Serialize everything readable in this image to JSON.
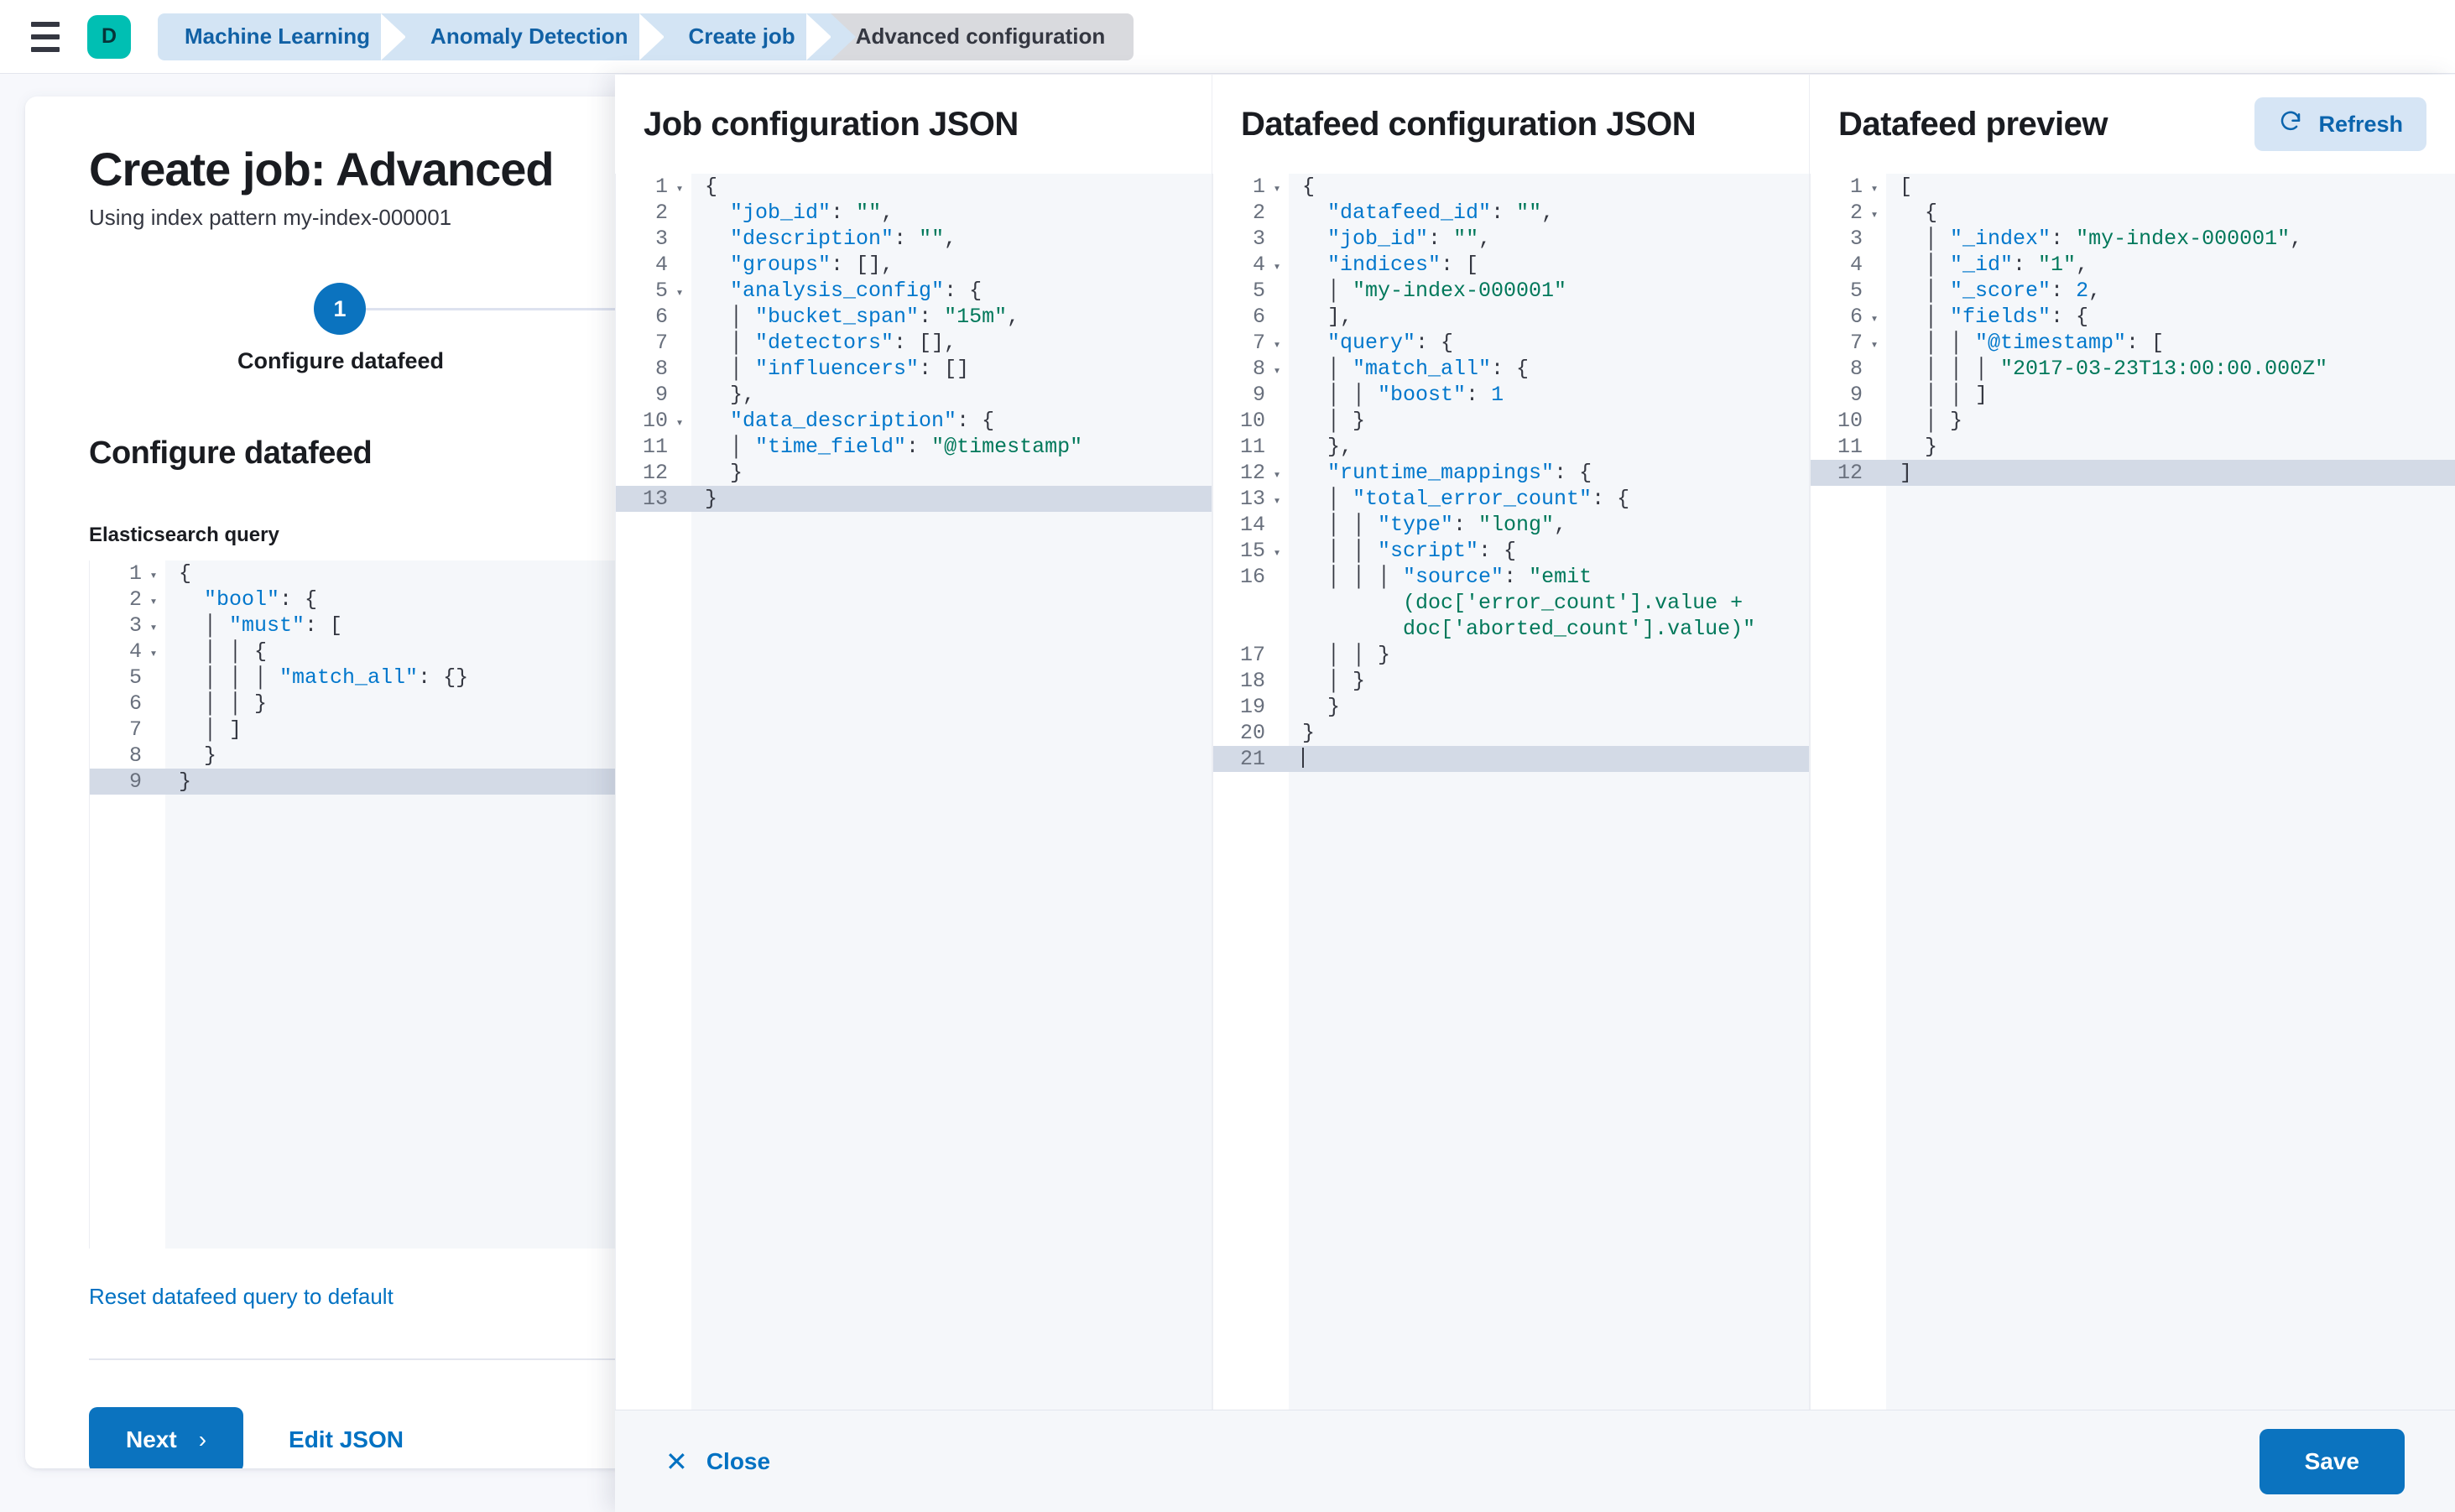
{
  "chrome": {
    "menu_icon": "hamburger-menu-icon",
    "deployment_badge": "D",
    "breadcrumbs": [
      {
        "label": "Machine Learning",
        "active": false
      },
      {
        "label": "Anomaly Detection",
        "active": false
      },
      {
        "label": "Create job",
        "active": false
      },
      {
        "label": "Advanced configuration",
        "active": true
      }
    ],
    "accent_teal": "#00bfb3",
    "crumb_blue_bg": "#d3e4f4",
    "crumb_blue_text": "#1161a5",
    "crumb_current_bg": "#d9dade"
  },
  "wizard": {
    "title": "Create job: Advanced",
    "subtitle": "Using index pattern my-index-000001",
    "step_number": "1",
    "step_label": "Configure datafeed",
    "section_title": "Configure datafeed",
    "query_label": "Elasticsearch query",
    "reset_link": "Reset datafeed query to default",
    "next_label": "Next",
    "next_chevron": "›",
    "edit_json_label": "Edit JSON",
    "primary_color": "#0b73bf",
    "link_color": "#0071c2"
  },
  "flyout": {
    "close_label": "Close",
    "close_icon": "close-x-icon",
    "save_label": "Save",
    "columns": [
      {
        "title": "Job configuration JSON"
      },
      {
        "title": "Datafeed configuration JSON"
      },
      {
        "title": "Datafeed preview"
      }
    ],
    "refresh_label": "Refresh",
    "refresh_icon": "refresh-icon"
  },
  "editors": {
    "query": {
      "active_line": 9,
      "lines": [
        {
          "n": 1,
          "fold": true,
          "segs": [
            {
              "t": "pun",
              "v": "{"
            }
          ]
        },
        {
          "n": 2,
          "fold": true,
          "segs": [
            {
              "t": "pun",
              "v": "  "
            },
            {
              "t": "key",
              "v": "\"bool\""
            },
            {
              "t": "pun",
              "v": ": {"
            }
          ]
        },
        {
          "n": 3,
          "fold": true,
          "segs": [
            {
              "t": "guide",
              "v": "  │ "
            },
            {
              "t": "key",
              "v": "\"must\""
            },
            {
              "t": "pun",
              "v": ": ["
            }
          ]
        },
        {
          "n": 4,
          "fold": true,
          "segs": [
            {
              "t": "guide",
              "v": "  │ │ "
            },
            {
              "t": "pun",
              "v": "{"
            }
          ]
        },
        {
          "n": 5,
          "fold": false,
          "segs": [
            {
              "t": "guide",
              "v": "  │ │ │ "
            },
            {
              "t": "key",
              "v": "\"match_all\""
            },
            {
              "t": "pun",
              "v": ": {}"
            }
          ]
        },
        {
          "n": 6,
          "fold": false,
          "segs": [
            {
              "t": "guide",
              "v": "  │ │ "
            },
            {
              "t": "pun",
              "v": "}"
            }
          ]
        },
        {
          "n": 7,
          "fold": false,
          "segs": [
            {
              "t": "guide",
              "v": "  │ "
            },
            {
              "t": "pun",
              "v": "]"
            }
          ]
        },
        {
          "n": 8,
          "fold": false,
          "segs": [
            {
              "t": "pun",
              "v": "  }"
            }
          ]
        },
        {
          "n": 9,
          "fold": false,
          "segs": [
            {
              "t": "pun",
              "v": "}"
            }
          ]
        }
      ]
    },
    "job_config": {
      "active_line": 13,
      "lines": [
        {
          "n": 1,
          "fold": true,
          "segs": [
            {
              "t": "pun",
              "v": "{"
            }
          ]
        },
        {
          "n": 2,
          "fold": false,
          "segs": [
            {
              "t": "pun",
              "v": "  "
            },
            {
              "t": "key",
              "v": "\"job_id\""
            },
            {
              "t": "pun",
              "v": ": "
            },
            {
              "t": "str",
              "v": "\"\""
            },
            {
              "t": "pun",
              "v": ","
            }
          ]
        },
        {
          "n": 3,
          "fold": false,
          "segs": [
            {
              "t": "pun",
              "v": "  "
            },
            {
              "t": "key",
              "v": "\"description\""
            },
            {
              "t": "pun",
              "v": ": "
            },
            {
              "t": "str",
              "v": "\"\""
            },
            {
              "t": "pun",
              "v": ","
            }
          ]
        },
        {
          "n": 4,
          "fold": false,
          "segs": [
            {
              "t": "pun",
              "v": "  "
            },
            {
              "t": "key",
              "v": "\"groups\""
            },
            {
              "t": "pun",
              "v": ": [],"
            }
          ]
        },
        {
          "n": 5,
          "fold": true,
          "segs": [
            {
              "t": "pun",
              "v": "  "
            },
            {
              "t": "key",
              "v": "\"analysis_config\""
            },
            {
              "t": "pun",
              "v": ": {"
            }
          ]
        },
        {
          "n": 6,
          "fold": false,
          "segs": [
            {
              "t": "guide",
              "v": "  │ "
            },
            {
              "t": "key",
              "v": "\"bucket_span\""
            },
            {
              "t": "pun",
              "v": ": "
            },
            {
              "t": "str",
              "v": "\"15m\""
            },
            {
              "t": "pun",
              "v": ","
            }
          ]
        },
        {
          "n": 7,
          "fold": false,
          "segs": [
            {
              "t": "guide",
              "v": "  │ "
            },
            {
              "t": "key",
              "v": "\"detectors\""
            },
            {
              "t": "pun",
              "v": ": [],"
            }
          ]
        },
        {
          "n": 8,
          "fold": false,
          "segs": [
            {
              "t": "guide",
              "v": "  │ "
            },
            {
              "t": "key",
              "v": "\"influencers\""
            },
            {
              "t": "pun",
              "v": ": []"
            }
          ]
        },
        {
          "n": 9,
          "fold": false,
          "segs": [
            {
              "t": "pun",
              "v": "  },"
            }
          ]
        },
        {
          "n": 10,
          "fold": true,
          "segs": [
            {
              "t": "pun",
              "v": "  "
            },
            {
              "t": "key",
              "v": "\"data_description\""
            },
            {
              "t": "pun",
              "v": ": {"
            }
          ]
        },
        {
          "n": 11,
          "fold": false,
          "segs": [
            {
              "t": "guide",
              "v": "  │ "
            },
            {
              "t": "key",
              "v": "\"time_field\""
            },
            {
              "t": "pun",
              "v": ": "
            },
            {
              "t": "str",
              "v": "\"@timestamp\""
            }
          ]
        },
        {
          "n": 12,
          "fold": false,
          "segs": [
            {
              "t": "pun",
              "v": "  }"
            }
          ]
        },
        {
          "n": 13,
          "fold": false,
          "segs": [
            {
              "t": "pun",
              "v": "}"
            }
          ]
        }
      ]
    },
    "datafeed_config": {
      "active_line": 21,
      "lines": [
        {
          "n": 1,
          "fold": true,
          "segs": [
            {
              "t": "pun",
              "v": "{"
            }
          ]
        },
        {
          "n": 2,
          "fold": false,
          "segs": [
            {
              "t": "pun",
              "v": "  "
            },
            {
              "t": "key",
              "v": "\"datafeed_id\""
            },
            {
              "t": "pun",
              "v": ": "
            },
            {
              "t": "str",
              "v": "\"\""
            },
            {
              "t": "pun",
              "v": ","
            }
          ]
        },
        {
          "n": 3,
          "fold": false,
          "segs": [
            {
              "t": "pun",
              "v": "  "
            },
            {
              "t": "key",
              "v": "\"job_id\""
            },
            {
              "t": "pun",
              "v": ": "
            },
            {
              "t": "str",
              "v": "\"\""
            },
            {
              "t": "pun",
              "v": ","
            }
          ]
        },
        {
          "n": 4,
          "fold": true,
          "segs": [
            {
              "t": "pun",
              "v": "  "
            },
            {
              "t": "key",
              "v": "\"indices\""
            },
            {
              "t": "pun",
              "v": ": ["
            }
          ]
        },
        {
          "n": 5,
          "fold": false,
          "segs": [
            {
              "t": "guide",
              "v": "  │ "
            },
            {
              "t": "str",
              "v": "\"my-index-000001\""
            }
          ]
        },
        {
          "n": 6,
          "fold": false,
          "segs": [
            {
              "t": "pun",
              "v": "  ],"
            }
          ]
        },
        {
          "n": 7,
          "fold": true,
          "segs": [
            {
              "t": "pun",
              "v": "  "
            },
            {
              "t": "key",
              "v": "\"query\""
            },
            {
              "t": "pun",
              "v": ": {"
            }
          ]
        },
        {
          "n": 8,
          "fold": true,
          "segs": [
            {
              "t": "guide",
              "v": "  │ "
            },
            {
              "t": "key",
              "v": "\"match_all\""
            },
            {
              "t": "pun",
              "v": ": {"
            }
          ]
        },
        {
          "n": 9,
          "fold": false,
          "segs": [
            {
              "t": "guide",
              "v": "  │ │ "
            },
            {
              "t": "key",
              "v": "\"boost\""
            },
            {
              "t": "pun",
              "v": ": "
            },
            {
              "t": "num",
              "v": "1"
            }
          ]
        },
        {
          "n": 10,
          "fold": false,
          "segs": [
            {
              "t": "guide",
              "v": "  │ "
            },
            {
              "t": "pun",
              "v": "}"
            }
          ]
        },
        {
          "n": 11,
          "fold": false,
          "segs": [
            {
              "t": "pun",
              "v": "  },"
            }
          ]
        },
        {
          "n": 12,
          "fold": true,
          "segs": [
            {
              "t": "pun",
              "v": "  "
            },
            {
              "t": "key",
              "v": "\"runtime_mappings\""
            },
            {
              "t": "pun",
              "v": ": {"
            }
          ]
        },
        {
          "n": 13,
          "fold": true,
          "segs": [
            {
              "t": "guide",
              "v": "  │ "
            },
            {
              "t": "key",
              "v": "\"total_error_count\""
            },
            {
              "t": "pun",
              "v": ": {"
            }
          ]
        },
        {
          "n": 14,
          "fold": false,
          "segs": [
            {
              "t": "guide",
              "v": "  │ │ "
            },
            {
              "t": "key",
              "v": "\"type\""
            },
            {
              "t": "pun",
              "v": ": "
            },
            {
              "t": "str",
              "v": "\"long\""
            },
            {
              "t": "pun",
              "v": ","
            }
          ]
        },
        {
          "n": 15,
          "fold": true,
          "segs": [
            {
              "t": "guide",
              "v": "  │ │ "
            },
            {
              "t": "key",
              "v": "\"script\""
            },
            {
              "t": "pun",
              "v": ": {"
            }
          ]
        },
        {
          "n": 16,
          "fold": false,
          "wrap": true,
          "segs": [
            {
              "t": "guide",
              "v": "  │ │ │ "
            },
            {
              "t": "key",
              "v": "\"source\""
            },
            {
              "t": "pun",
              "v": ": "
            },
            {
              "t": "str",
              "v": "\"emit"
            }
          ],
          "wrapped": [
            [
              {
                "t": "str",
                "v": "        (doc['error_count'].value +"
              }
            ],
            [
              {
                "t": "str",
                "v": "        doc['aborted_count'].value)\""
              }
            ]
          ]
        },
        {
          "n": 17,
          "fold": false,
          "segs": [
            {
              "t": "guide",
              "v": "  │ │ "
            },
            {
              "t": "pun",
              "v": "}"
            }
          ]
        },
        {
          "n": 18,
          "fold": false,
          "segs": [
            {
              "t": "guide",
              "v": "  │ "
            },
            {
              "t": "pun",
              "v": "}"
            }
          ]
        },
        {
          "n": 19,
          "fold": false,
          "segs": [
            {
              "t": "pun",
              "v": "  }"
            }
          ]
        },
        {
          "n": 20,
          "fold": false,
          "segs": [
            {
              "t": "pun",
              "v": "}"
            }
          ]
        },
        {
          "n": 21,
          "fold": false,
          "caret": true,
          "segs": []
        }
      ]
    },
    "datafeed_preview": {
      "active_line": 12,
      "lines": [
        {
          "n": 1,
          "fold": true,
          "segs": [
            {
              "t": "pun",
              "v": "["
            }
          ]
        },
        {
          "n": 2,
          "fold": true,
          "segs": [
            {
              "t": "pun",
              "v": "  {"
            }
          ]
        },
        {
          "n": 3,
          "fold": false,
          "segs": [
            {
              "t": "guide",
              "v": "  │ "
            },
            {
              "t": "key",
              "v": "\"_index\""
            },
            {
              "t": "pun",
              "v": ": "
            },
            {
              "t": "str",
              "v": "\"my-index-000001\""
            },
            {
              "t": "pun",
              "v": ","
            }
          ]
        },
        {
          "n": 4,
          "fold": false,
          "segs": [
            {
              "t": "guide",
              "v": "  │ "
            },
            {
              "t": "key",
              "v": "\"_id\""
            },
            {
              "t": "pun",
              "v": ": "
            },
            {
              "t": "str",
              "v": "\"1\""
            },
            {
              "t": "pun",
              "v": ","
            }
          ]
        },
        {
          "n": 5,
          "fold": false,
          "segs": [
            {
              "t": "guide",
              "v": "  │ "
            },
            {
              "t": "key",
              "v": "\"_score\""
            },
            {
              "t": "pun",
              "v": ": "
            },
            {
              "t": "num",
              "v": "2"
            },
            {
              "t": "pun",
              "v": ","
            }
          ]
        },
        {
          "n": 6,
          "fold": true,
          "segs": [
            {
              "t": "guide",
              "v": "  │ "
            },
            {
              "t": "key",
              "v": "\"fields\""
            },
            {
              "t": "pun",
              "v": ": {"
            }
          ]
        },
        {
          "n": 7,
          "fold": true,
          "segs": [
            {
              "t": "guide",
              "v": "  │ │ "
            },
            {
              "t": "key",
              "v": "\"@timestamp\""
            },
            {
              "t": "pun",
              "v": ": ["
            }
          ]
        },
        {
          "n": 8,
          "fold": false,
          "segs": [
            {
              "t": "guide",
              "v": "  │ │ │ "
            },
            {
              "t": "str",
              "v": "\"2017-03-23T13:00:00.000Z\""
            }
          ]
        },
        {
          "n": 9,
          "fold": false,
          "segs": [
            {
              "t": "guide",
              "v": "  │ │ "
            },
            {
              "t": "pun",
              "v": "]"
            }
          ]
        },
        {
          "n": 10,
          "fold": false,
          "segs": [
            {
              "t": "guide",
              "v": "  │ "
            },
            {
              "t": "pun",
              "v": "}"
            }
          ]
        },
        {
          "n": 11,
          "fold": false,
          "segs": [
            {
              "t": "pun",
              "v": "  }"
            }
          ]
        },
        {
          "n": 12,
          "fold": false,
          "segs": [
            {
              "t": "pun",
              "v": "]"
            }
          ]
        }
      ]
    }
  }
}
